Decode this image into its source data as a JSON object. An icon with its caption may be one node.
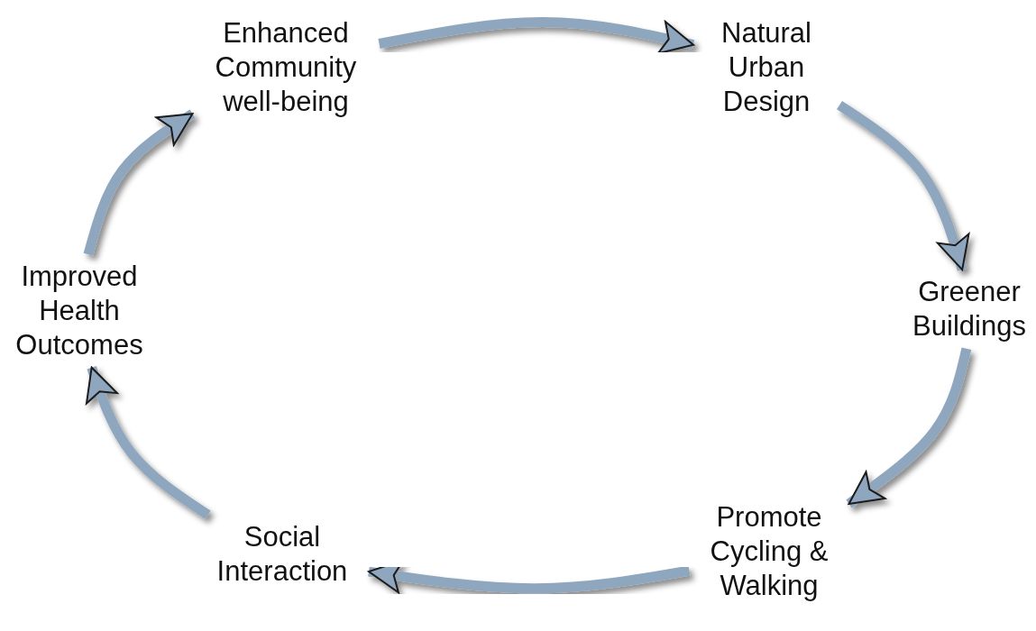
{
  "diagram": {
    "nodes": [
      {
        "text": [
          "Enhanced Community well-being"
        ]
      },
      {
        "text": [
          "Natural Urban Design"
        ]
      },
      {
        "text": [
          "Greener Buildings"
        ]
      },
      {
        "text": [
          "Promote Cycling & Walking"
        ]
      },
      {
        "text": [
          "Social Interaction"
        ]
      },
      {
        "text": [
          "Improved Health Outcomes"
        ]
      }
    ],
    "edges": [
      {
        "from": 0,
        "to": 1,
        "arrow": "to"
      },
      {
        "from": 1,
        "to": 2,
        "arrow": "to"
      },
      {
        "from": 2,
        "to": 3,
        "arrow": "to"
      },
      {
        "from": 3,
        "to": 4,
        "arrow": "to"
      },
      {
        "from": 4,
        "to": 5,
        "arrow": "to"
      },
      {
        "from": 5,
        "to": 0,
        "arrow": "to"
      }
    ]
  }
}
